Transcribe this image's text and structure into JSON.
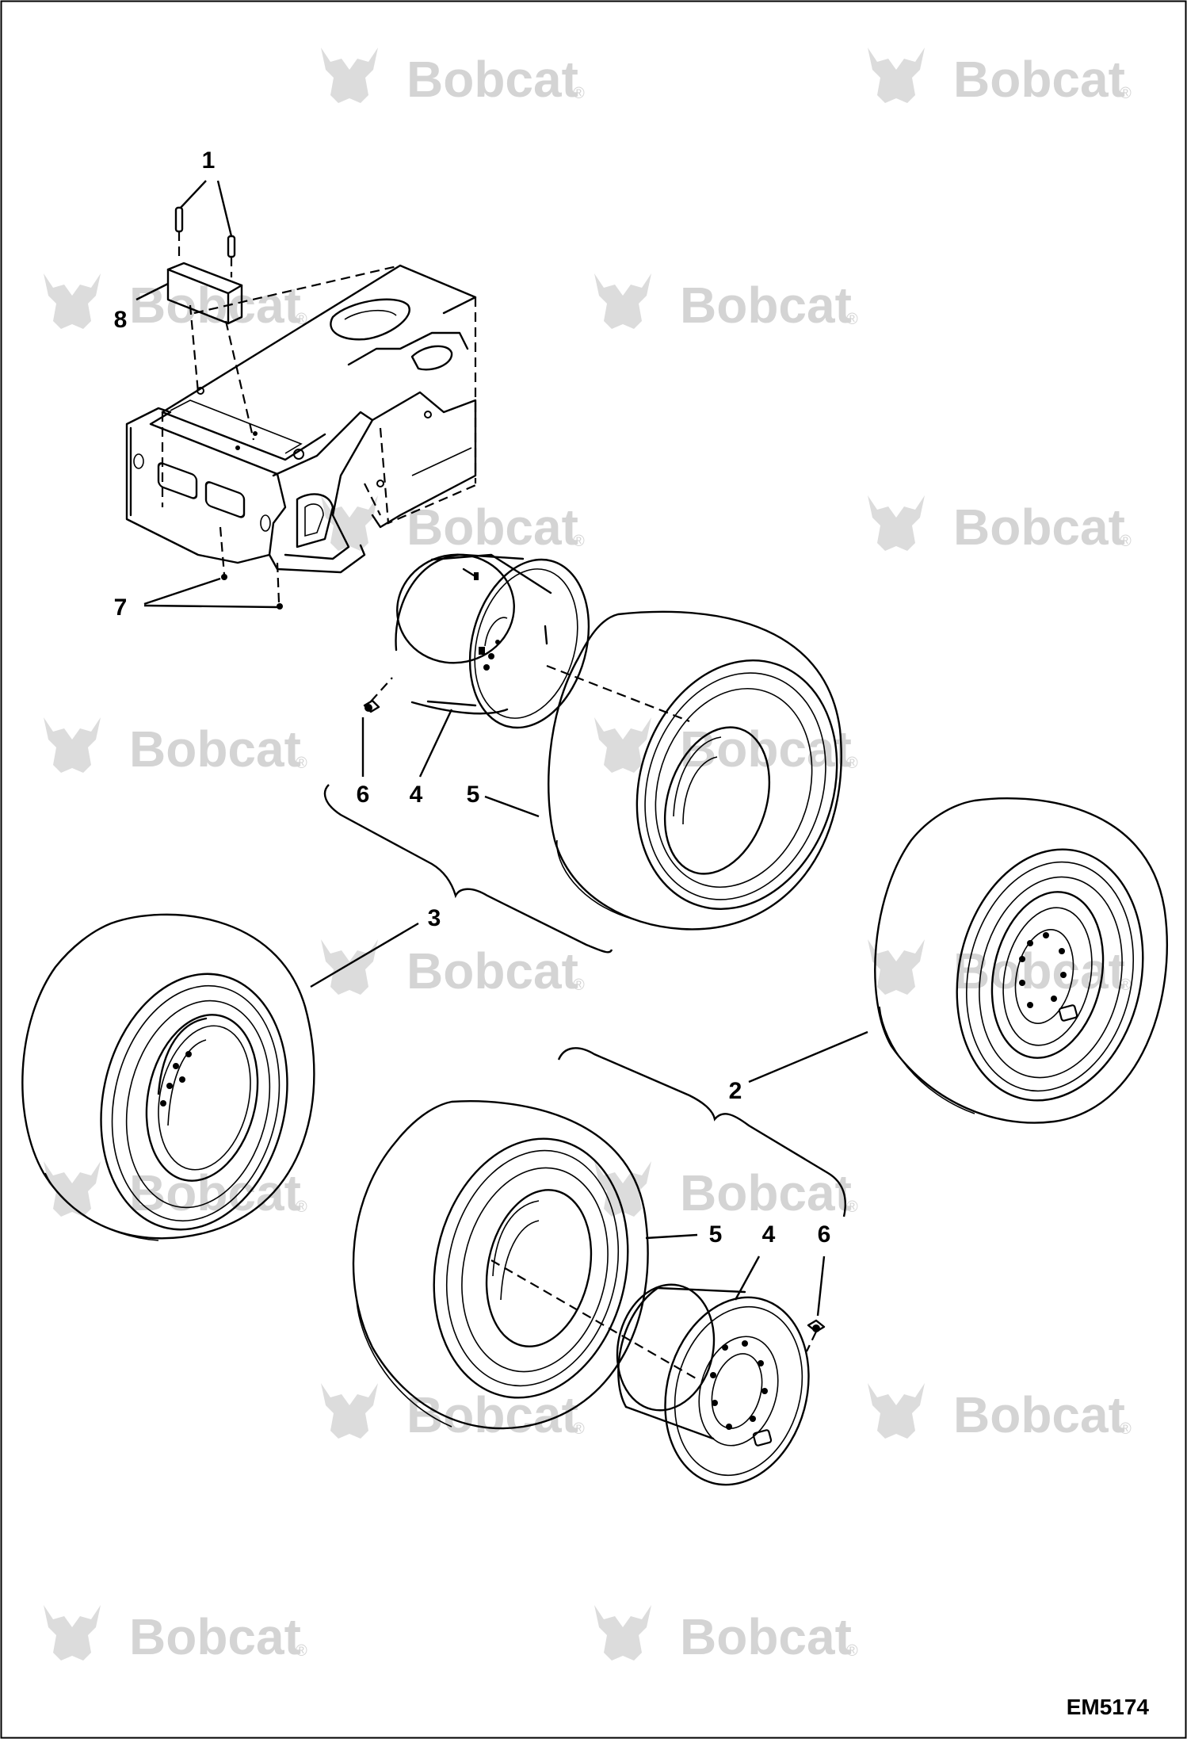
{
  "watermark": {
    "brand": "Bobcat",
    "reg_mark": "®"
  },
  "callouts": {
    "c1": "1",
    "c2": "2",
    "c3": "3",
    "c4_upper": "4",
    "c4_lower": "4",
    "c5_upper": "5",
    "c5_lower": "5",
    "c6_upper": "6",
    "c6_lower": "6",
    "c7": "7",
    "c8": "8"
  },
  "drawing_code": "EM5174"
}
